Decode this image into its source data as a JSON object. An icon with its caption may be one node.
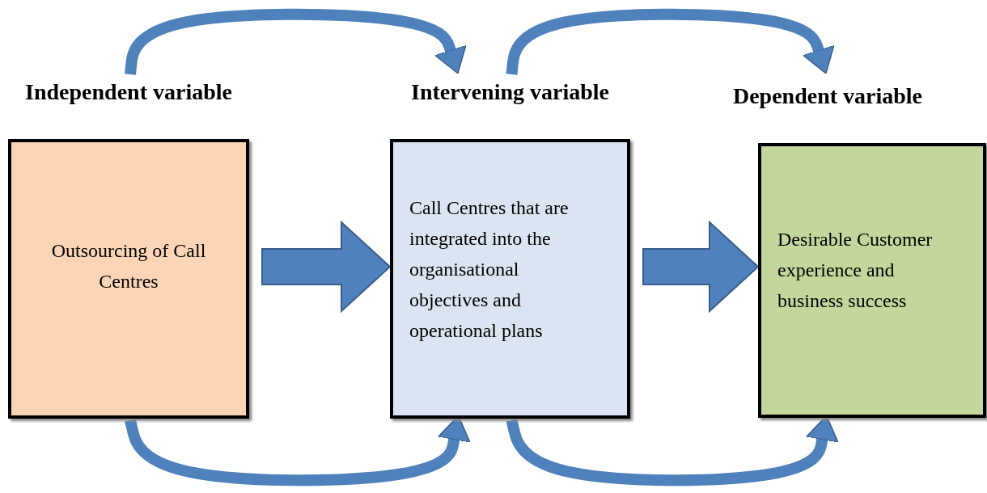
{
  "diagram": {
    "nodes": [
      {
        "text": [
          "Independent variable",
          "Outsourcing of Call Centres"
        ]
      },
      {
        "text": [
          "Intervening variable",
          "Call Centres that are integrated into the organisational objectives and operational plans"
        ]
      },
      {
        "text": [
          "Dependent variable",
          "Desirable Customer experience and business success"
        ]
      }
    ],
    "edges": [
      {
        "from": 0,
        "to": 1,
        "arrow": "to",
        "style": "thick"
      },
      {
        "from": 1,
        "to": 2,
        "arrow": "to",
        "style": "thick"
      },
      {
        "from": 0,
        "to": 1,
        "arrow": "to"
      },
      {
        "from": 1,
        "to": 2,
        "arrow": "to"
      },
      {
        "from": 0,
        "to": 1,
        "arrow": "to"
      },
      {
        "from": 1,
        "to": 2,
        "arrow": "to"
      }
    ]
  }
}
